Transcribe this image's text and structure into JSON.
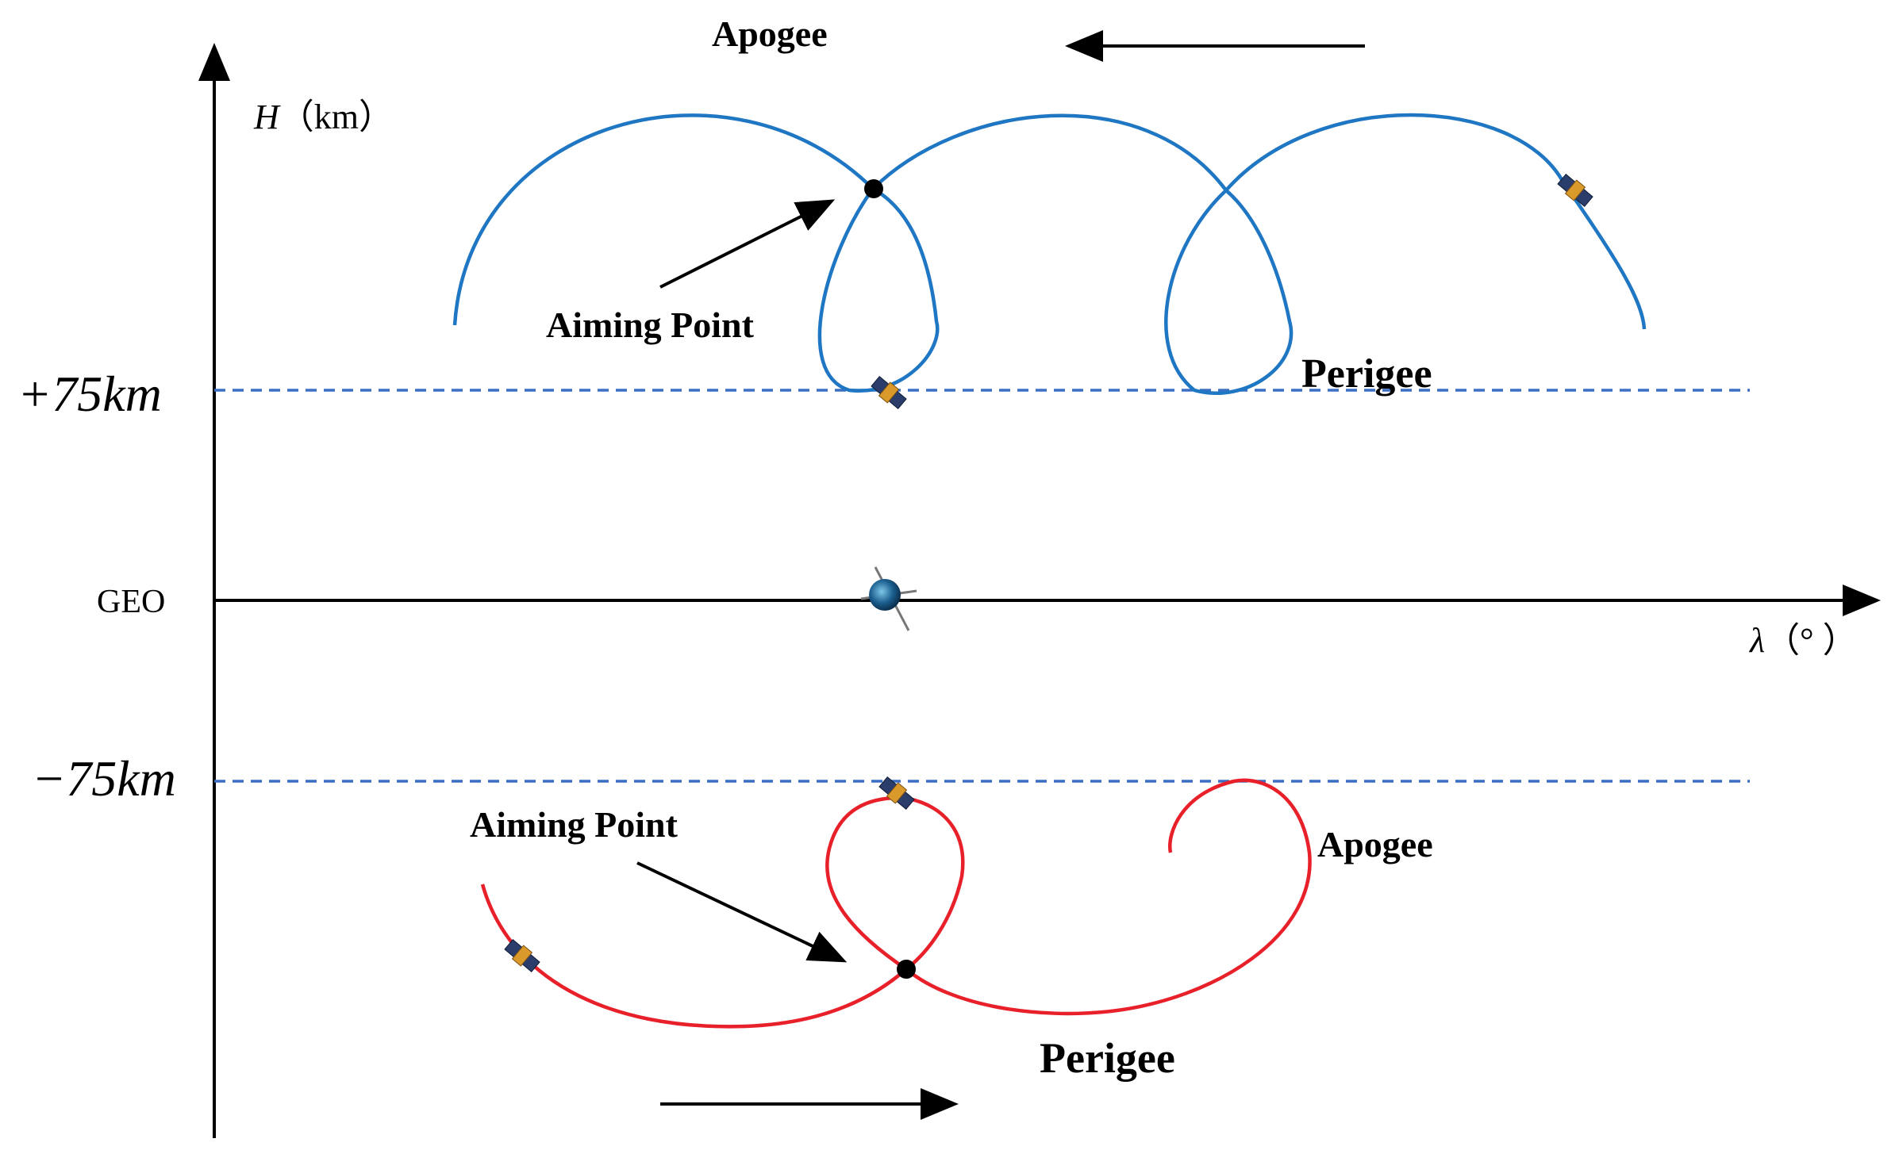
{
  "axes": {
    "y_label_var": "H",
    "y_label_unit": "（km）",
    "x_label_var": "λ",
    "x_label_unit": "（° ）",
    "geo_label": "GEO",
    "plus_limit_label": "+75km",
    "minus_limit_label": "−75km"
  },
  "upper": {
    "apogee_label": "Apogee",
    "perigee_label": "Perigee",
    "aiming_label": "Aiming Point",
    "color": "#1f77c4"
  },
  "lower": {
    "apogee_label": "Apogee",
    "perigee_label": "Perigee",
    "aiming_label": "Aiming Point",
    "color": "#e8202a"
  },
  "limit_line_color": "#3a6fc4"
}
